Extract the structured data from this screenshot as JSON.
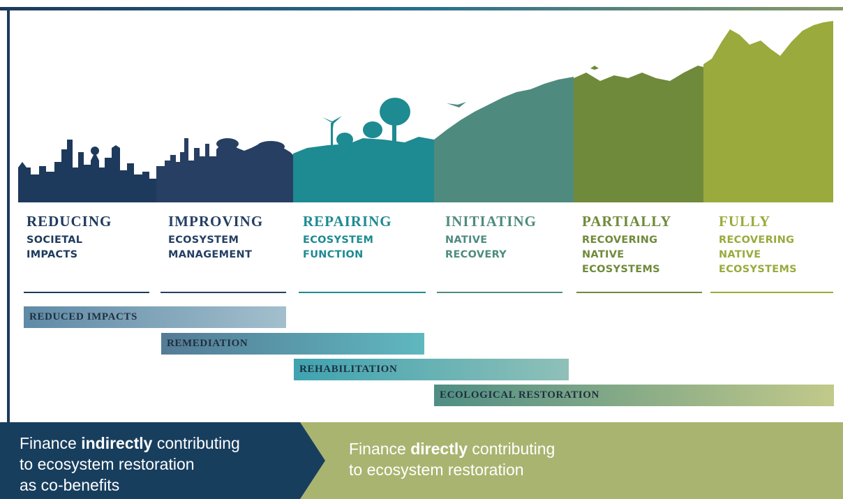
{
  "stages": [
    {
      "title": "REDUCING",
      "subtitle": [
        "SOCIETAL",
        "IMPACTS"
      ],
      "color": "#1d3a5c"
    },
    {
      "title": "IMPROVING",
      "subtitle": [
        "ECOSYSTEM",
        "MANAGEMENT"
      ],
      "color": "#253f63"
    },
    {
      "title": "REPAIRING",
      "subtitle": [
        "ECOSYSTEM",
        "FUNCTION"
      ],
      "color": "#1e8a92"
    },
    {
      "title": "INITIATING",
      "subtitle": [
        "NATIVE",
        "RECOVERY"
      ],
      "color": "#4e8b7e"
    },
    {
      "title": "PARTIALLY",
      "subtitle": [
        "RECOVERING",
        "NATIVE",
        "ECOSYSTEMS"
      ],
      "color": "#6f8a3a"
    },
    {
      "title": "FULLY",
      "subtitle": [
        "RECOVERING",
        "NATIVE",
        "ECOSYSTEMS"
      ],
      "color": "#9aaa3c"
    }
  ],
  "bars": [
    {
      "label": "REDUCED IMPACTS"
    },
    {
      "label": "REMEDIATION"
    },
    {
      "label": "REHABILITATION"
    },
    {
      "label": "ECOLOGICAL RESTORATION"
    }
  ],
  "band_indirect": {
    "pre": "Finance ",
    "bold": "indirectly",
    "post": " contributing",
    "line2": "to ecosystem restoration",
    "line3": "as co-benefits"
  },
  "band_direct": {
    "pre": "Finance ",
    "bold": "directly",
    "post": " contributing",
    "line2": "to ecosystem restoration"
  }
}
